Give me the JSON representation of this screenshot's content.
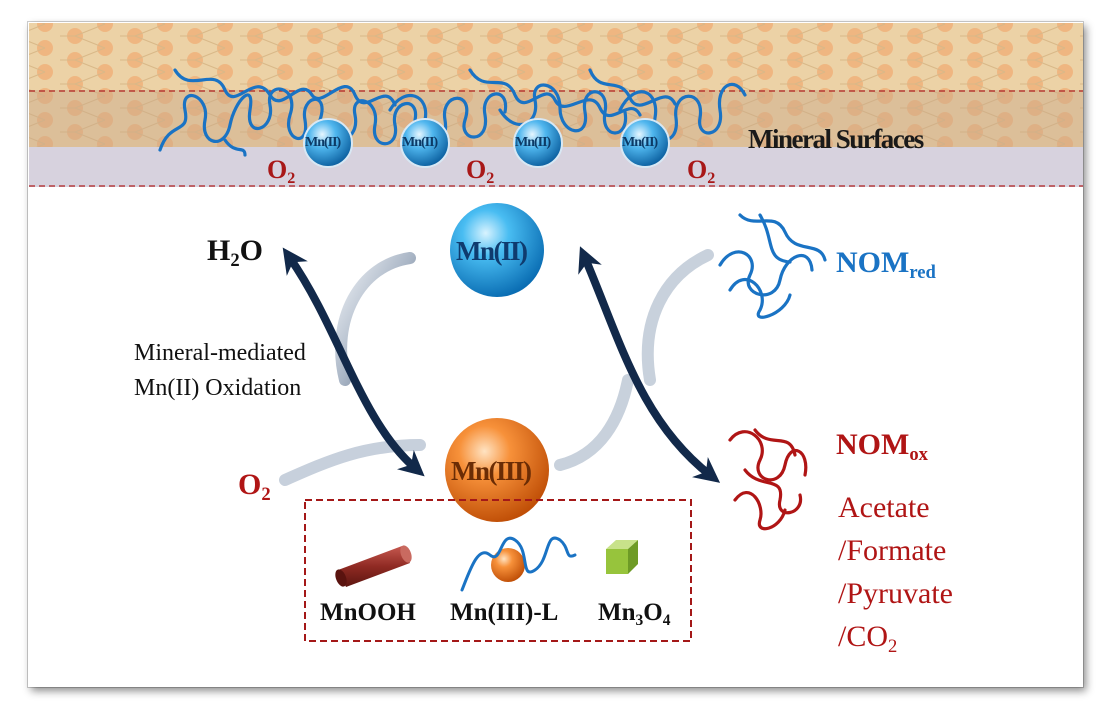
{
  "mineral_surface": {
    "label": "Mineral Surfaces",
    "o2": "O",
    "o2_sub": "2",
    "mn2_small": "Mn(II)"
  },
  "cycle": {
    "mn2": "Mn(II)",
    "mn3": "Mn(III)",
    "h2o_main": "H",
    "h2o_sub": "2",
    "h2o_end": "O",
    "mediated_line1": "Mineral-mediated",
    "mediated_line2": "Mn(II) Oxidation",
    "o2_main": "O",
    "o2_sub": "2"
  },
  "nom": {
    "red_main": "NOM",
    "red_sub": "red",
    "ox_main": "NOM",
    "ox_sub": "ox",
    "products": [
      "Acetate",
      "/Formate",
      "/Pyruvate",
      "/CO"
    ],
    "co2_sub": "2"
  },
  "species_box": {
    "mnooh": "MnOOH",
    "mn3_l": "Mn(III)-L",
    "mn3o4_a": "Mn",
    "mn3o4_b": "3",
    "mn3o4_c": "O",
    "mn3o4_d": "4"
  },
  "colors": {
    "blue_ligand": "#1a73c4",
    "red_ligand": "#b01515",
    "dark_arrow": "#12294a",
    "mn2_sphere": "#1aa0e8",
    "mn3_sphere": "#f07a1e"
  }
}
